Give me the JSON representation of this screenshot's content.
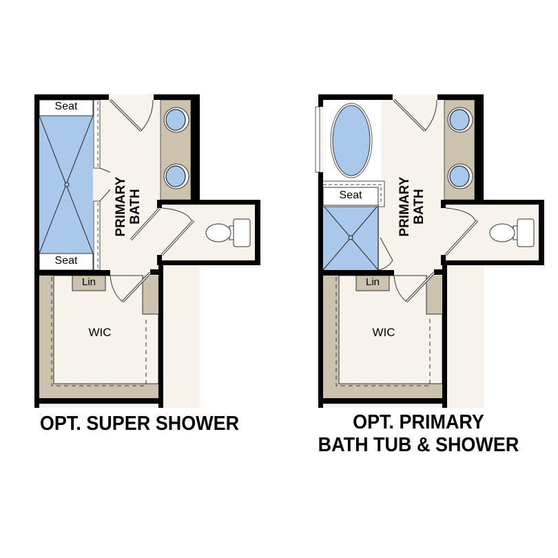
{
  "colors": {
    "wall": "#000000",
    "floor": "#f7f2ea",
    "counter": "#cdc2ae",
    "water": "#a9c8ea",
    "fixture_white": "#ffffff",
    "background": "#ffffff"
  },
  "plans": [
    {
      "id": "super-shower",
      "title_lines": [
        "OPT. SUPER SHOWER"
      ],
      "rooms": {
        "bath_line1": "PRIMARY",
        "bath_line2": "BATH",
        "closet": "WIC",
        "linen": "Lin",
        "seat_top": "Seat",
        "seat_bottom": "Seat"
      }
    },
    {
      "id": "tub-and-shower",
      "title_lines": [
        "OPT. PRIMARY",
        "BATH TUB & SHOWER"
      ],
      "rooms": {
        "bath_line1": "PRIMARY",
        "bath_line2": "BATH",
        "closet": "WIC",
        "linen": "Lin",
        "seat": "Seat"
      }
    }
  ]
}
